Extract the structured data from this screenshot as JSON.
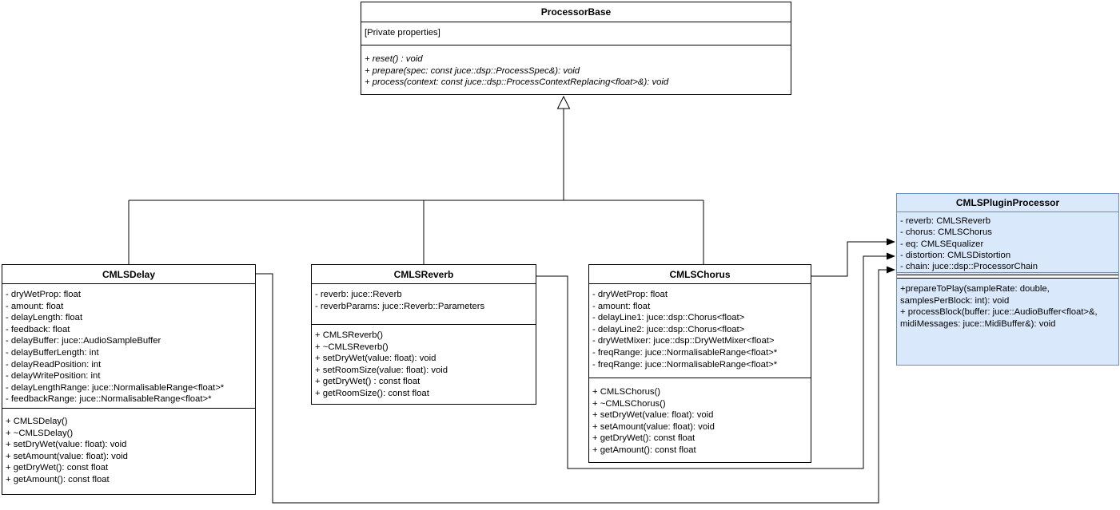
{
  "classes": {
    "processorBase": {
      "title": "ProcessorBase",
      "properties": [
        "[Private properties]"
      ],
      "methods": [
        "+ reset() : void",
        "+ prepare(spec: const juce::dsp::ProcessSpec&): void",
        "+ process(context: const juce::dsp::ProcessContextReplacing<float>&): void"
      ]
    },
    "delay": {
      "title": "CMLSDelay",
      "attributes": [
        "- dryWetProp: float",
        "- amount: float",
        "- delayLength: float",
        "- feedback: float",
        "- delayBuffer: juce::AudioSampleBuffer",
        "- delayBufferLength: int",
        "- delayReadPosition: int",
        "- delayWritePosition: int",
        "- delayLengthRange: juce::NormalisableRange<float>*",
        "- feedbackRange: juce::NormalisableRange<float>*"
      ],
      "methods": [
        "+ CMLSDelay()",
        "+ ~CMLSDelay()",
        "+ setDryWet(value: float): void",
        "+ setAmount(value: float): void",
        "+ getDryWet(): const float",
        "+ getAmount(): const float"
      ]
    },
    "reverb": {
      "title": "CMLSReverb",
      "attributes": [
        "- reverb: juce::Reverb",
        "- reverbParams: juce::Reverb::Parameters"
      ],
      "methods": [
        "+ CMLSReverb()",
        "+ ~CMLSReverb()",
        "+ setDryWet(value: float): void",
        "+ setRoomSize(value: float): void",
        "+ getDryWet() : const float",
        "+ getRoomSize(): const float"
      ]
    },
    "chorus": {
      "title": "CMLSChorus",
      "attributes": [
        "- dryWetProp: float",
        "- amount: float",
        "- delayLine1: juce::dsp::Chorus<float>",
        "- delayLine2: juce::dsp::Chorus<float>",
        "- dryWetMixer: juce::dsp::DryWetMixer<float>",
        "- freqRange: juce::NormalisableRange<float>*",
        "- freqRange: juce::NormalisableRange<float>*"
      ],
      "methods": [
        "+ CMLSChorus()",
        "+ ~CMLSChorus()",
        "+ setDryWet(value: float): void",
        "+ setAmount(value: float): void",
        "+ getDryWet(): const float",
        "+ getAmount(): const float"
      ]
    },
    "plugin": {
      "title": "CMLSPluginProcessor",
      "attributes": [
        "- reverb: CMLSReverb",
        "- chorus: CMLSChorus",
        "- eq: CMLSEqualizer",
        "- distortion: CMLSDistortion",
        "- chain: juce::dsp::ProcessorChain"
      ],
      "methods": [
        "+prepareToPlay(sampleRate: double,\nsamplesPerBlock: int): void",
        "+ processBlock(buffer: juce::AudioBuffer<float>&,\nmidiMessages: juce::MidiBuffer&): void"
      ]
    }
  },
  "relationships": [
    {
      "from": "CMLSDelay",
      "to": "ProcessorBase",
      "type": "inheritance"
    },
    {
      "from": "CMLSReverb",
      "to": "ProcessorBase",
      "type": "inheritance"
    },
    {
      "from": "CMLSChorus",
      "to": "ProcessorBase",
      "type": "inheritance"
    },
    {
      "from": "CMLSChorus",
      "to": "CMLSPluginProcessor",
      "type": "association"
    },
    {
      "from": "CMLSReverb",
      "to": "CMLSPluginProcessor",
      "type": "association"
    },
    {
      "from": "CMLSDelay",
      "to": "CMLSPluginProcessor",
      "type": "association"
    }
  ],
  "colors": {
    "box_fill": "#ffffff",
    "box_border": "#000000",
    "accent_fill": "#dae8fc",
    "accent_border": "#6c8ebf",
    "line": "#000000"
  }
}
